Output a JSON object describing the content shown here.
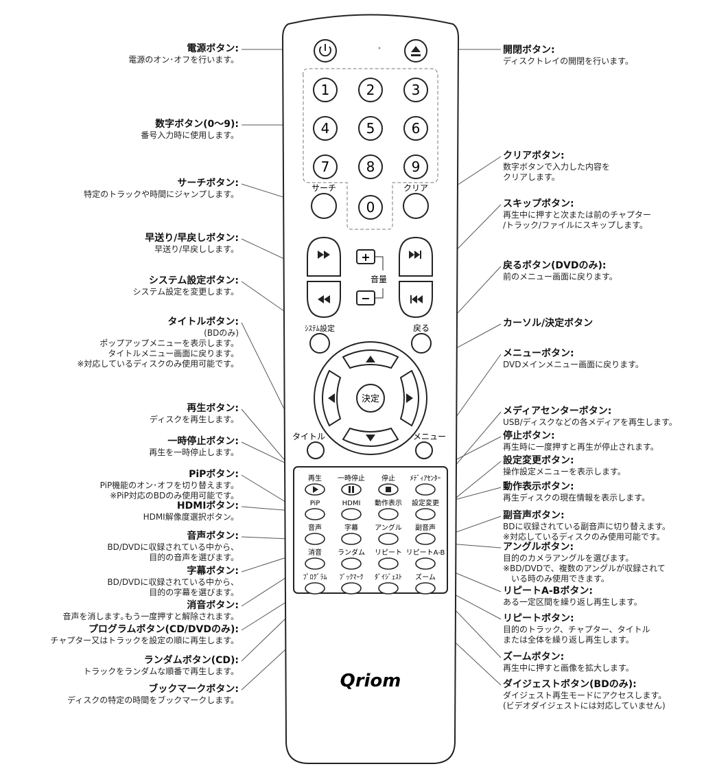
{
  "brand": "Qriom",
  "remote": {
    "numbers": [
      "1",
      "2",
      "3",
      "4",
      "5",
      "6",
      "7",
      "8",
      "9",
      "0"
    ],
    "search_label": "サーチ",
    "clear_label": "クリア",
    "volume_label": "音量",
    "volume_plus": "+",
    "volume_minus": "−",
    "system_label": "ｼｽﾃﾑ設定",
    "back_label": "戻る",
    "enter_label": "決定",
    "title_label": "タイトル",
    "menu_label": "メニュー",
    "panel_row1": [
      "再生",
      "一時停止",
      "停止",
      "ﾒﾃﾞｨｱｾﾝﾀｰ"
    ],
    "panel_row2": [
      "PiP",
      "HDMI",
      "動作表示",
      "設定変更"
    ],
    "panel_row3": [
      "音声",
      "字幕",
      "アングル",
      "副音声"
    ],
    "panel_row4": [
      "消音",
      "ランダム",
      "リピート",
      "リピートA-B"
    ],
    "panel_row5": [
      "ﾌﾟﾛｸﾞﾗﾑ",
      "ﾌﾞｯｸﾏｰｸ",
      "ﾀﾞｲｼﾞｪｽﾄ",
      "ズーム"
    ]
  },
  "left": [
    {
      "title": "電源ボタン:",
      "desc": [
        "電源のオン･オフを行います。"
      ]
    },
    {
      "title": "数字ボタン(0〜9):",
      "desc": [
        "番号入力時に使用します。"
      ]
    },
    {
      "title": "サーチボタン:",
      "desc": [
        "特定のトラックや時間にジャンプします。"
      ]
    },
    {
      "title": "早送り/早戻しボタン:",
      "desc": [
        "早送り/早戻しします。"
      ]
    },
    {
      "title": "システム設定ボタン:",
      "desc": [
        "システム設定を変更します。"
      ]
    },
    {
      "title": "タイトルボタン:",
      "desc": [
        "(BDのみ)",
        "ポップアップメニューを表示します。",
        "タイトルメニュー画面に戻ります。",
        "※対応しているディスクのみ使用可能です。"
      ]
    },
    {
      "title": "再生ボタン:",
      "desc": [
        "ディスクを再生します。"
      ]
    },
    {
      "title": "一時停止ボタン:",
      "desc": [
        "再生を一時停止します。"
      ]
    },
    {
      "title": "PiPボタン:",
      "desc": [
        "PiP機能のオン･オフを切り替えます。",
        "※PiP対応のBDのみ使用可能です。"
      ]
    },
    {
      "title": "HDMIボタン:",
      "desc": [
        "HDMI解像度選択ボタン。"
      ]
    },
    {
      "title": "音声ボタン:",
      "desc": [
        "BD/DVDに収録されている中から、",
        "目的の音声を選びます。"
      ]
    },
    {
      "title": "字幕ボタン:",
      "desc": [
        "BD/DVDに収録されている中から、",
        "目的の字幕を選びます。"
      ]
    },
    {
      "title": "消音ボタン:",
      "desc": [
        "音声を消します｡もう一度押すと解除されます。"
      ]
    },
    {
      "title": "プログラムボタン(CD/DVDのみ):",
      "desc": [
        "チャプター又はトラックを設定の順に再生します。"
      ]
    },
    {
      "title": "ランダムボタン(CD):",
      "desc": [
        "トラックをランダムな順番で再生します。"
      ]
    },
    {
      "title": "ブックマークボタン:",
      "desc": [
        "ディスクの特定の時間をブックマークします。"
      ]
    }
  ],
  "right": [
    {
      "title": "開閉ボタン:",
      "desc": [
        "ディスクトレイの開閉を行います。"
      ]
    },
    {
      "title": "クリアボタン:",
      "desc": [
        "数字ボタンで入力した内容を",
        "クリアします。"
      ]
    },
    {
      "title": "スキップボタン:",
      "desc": [
        "再生中に押すと次または前のチャプター",
        "/トラック/ファイルにスキップします。"
      ]
    },
    {
      "title": "戻るボタン(DVDのみ):",
      "desc": [
        "前のメニュー画面に戻ります。"
      ]
    },
    {
      "title": "カーソル/決定ボタン",
      "desc": []
    },
    {
      "title": "メニューボタン:",
      "desc": [
        "DVDメインメニュー画面に戻ります。"
      ]
    },
    {
      "title": "メディアセンターボタン:",
      "desc": [
        "USB/ディスクなどの各メディアを再生します。"
      ]
    },
    {
      "title": "停止ボタン:",
      "desc": [
        "再生時に一度押すと再生が停止されます。"
      ]
    },
    {
      "title": "設定変更ボタン:",
      "desc": [
        "操作設定メニューを表示します。"
      ]
    },
    {
      "title": "動作表示ボタン:",
      "desc": [
        "再生ディスクの現在情報を表示します。"
      ]
    },
    {
      "title": "副音声ボタン:",
      "desc": [
        "BDに収録されている副音声に切り替えます。",
        "※対応しているディスクのみ使用可能です。"
      ]
    },
    {
      "title": "アングルボタン:",
      "desc": [
        "目的のカメラアングルを選びます。",
        "※BD/DVDで、複数のアングルが収録されて",
        "　いる時のみ使用できます。"
      ]
    },
    {
      "title": "リピートA-Bボタン:",
      "desc": [
        "ある一定区間を繰り返し再生します。"
      ]
    },
    {
      "title": "リピートボタン:",
      "desc": [
        "目的のトラック、チャプター、タイトル",
        "または全体を繰り返し再生します。"
      ]
    },
    {
      "title": "ズームボタン:",
      "desc": [
        "再生中に押すと画像を拡大します。"
      ]
    },
    {
      "title": "ダイジェストボタン(BDのみ):",
      "desc": [
        "ダイジェスト再生モードにアクセスします。",
        "(ビデオダイジェストには対応していません)"
      ]
    }
  ]
}
